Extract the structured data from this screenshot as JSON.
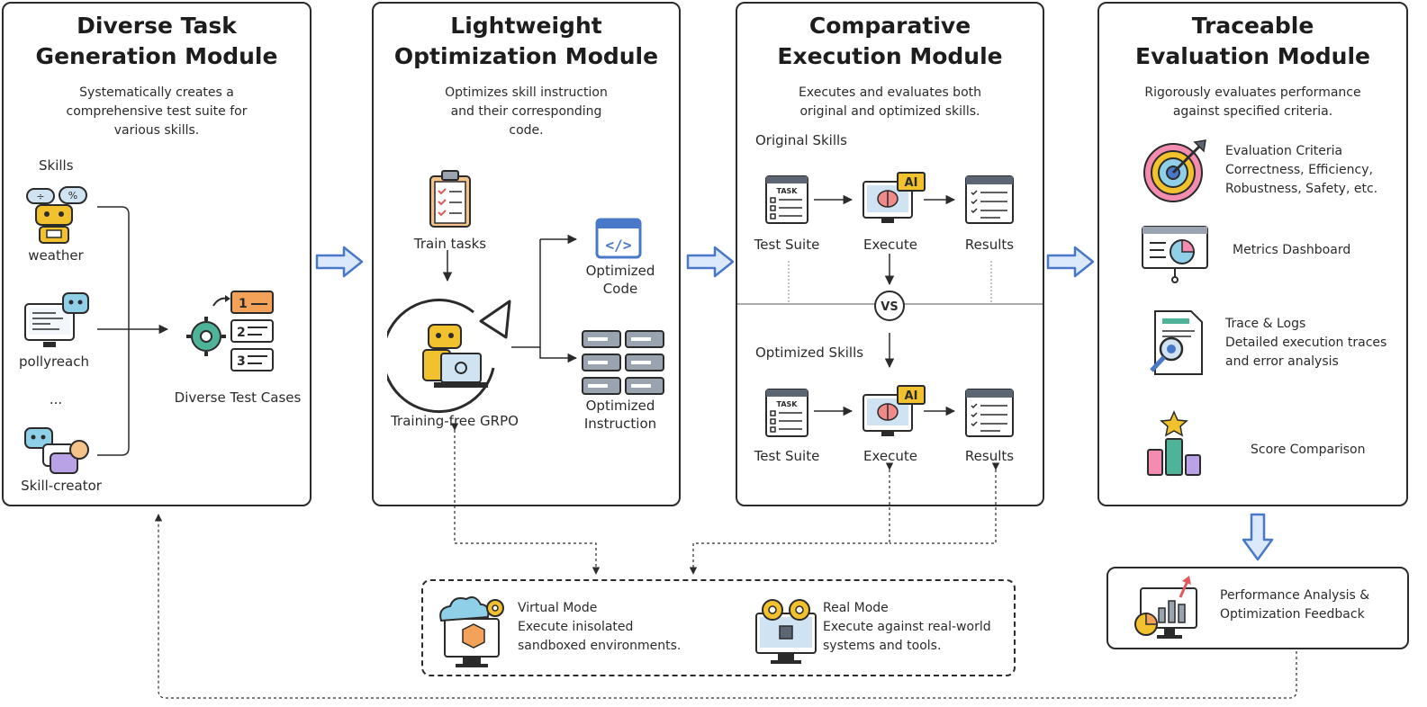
{
  "panels": {
    "p1": {
      "title1": "Diverse Task",
      "title2": "Generation Module",
      "desc1": "Systematically creates a",
      "desc2": "comprehensive test suite for",
      "desc3": "various skills.",
      "skills_label": "Skills",
      "skill1": "weather",
      "skill2": "pollyreach",
      "ellipsis": "...",
      "skill3": "Skill-creator",
      "cases_label": "Diverse Test Cases",
      "case_nums": [
        "1",
        "2",
        "3"
      ]
    },
    "p2": {
      "title1": "Lightweight",
      "title2": "Optimization Module",
      "desc1": "Optimizes skill instruction",
      "desc2": "and their corresponding",
      "desc3": "code.",
      "train_tasks": "Train tasks",
      "grpo": "Training-free GRPO",
      "opt_code1": "Optimized",
      "opt_code2": "Code",
      "opt_instr1": "Optimized",
      "opt_instr2": "Instruction"
    },
    "p3": {
      "title1": "Comparative",
      "title2": "Execution Module",
      "desc1": "Executes and evaluates both",
      "desc2": "original and optimized skills.",
      "original": "Original Skills",
      "optimized": "Optimized Skills",
      "test_suite": "Test Suite",
      "execute": "Execute",
      "results": "Results",
      "vs": "VS",
      "ai": "AI",
      "task": "TASK"
    },
    "p4": {
      "title1": "Traceable",
      "title2": "Evaluation Module",
      "desc1": "Rigorously evaluates performance",
      "desc2": "against specified criteria.",
      "crit1": "Evaluation Criteria",
      "crit2": "Correctness, Efficiency,",
      "crit3": "Robustness, Safety, etc.",
      "metrics": "Metrics Dashboard",
      "trace1": "Trace & Logs",
      "trace2": "Detailed execution traces",
      "trace3": "and error analysis",
      "score": "Score Comparison"
    }
  },
  "modes": {
    "virtual1": "Virtual Mode",
    "virtual2": "Execute inisolated",
    "virtual3": "sandboxed environments.",
    "real1": "Real Mode",
    "real2": "Execute against real-world",
    "real3": "systems and tools."
  },
  "feedback": {
    "line1": "Performance Analysis &",
    "line2": "Optimization Feedback"
  },
  "colors": {
    "arrow_fill": "#dce8fb",
    "arrow_stroke": "#4a78c8",
    "ai_badge": "#f2c12e",
    "gear": "#4fb39a",
    "accent_orange": "#f4a259",
    "purple": "#8a6cc8"
  }
}
